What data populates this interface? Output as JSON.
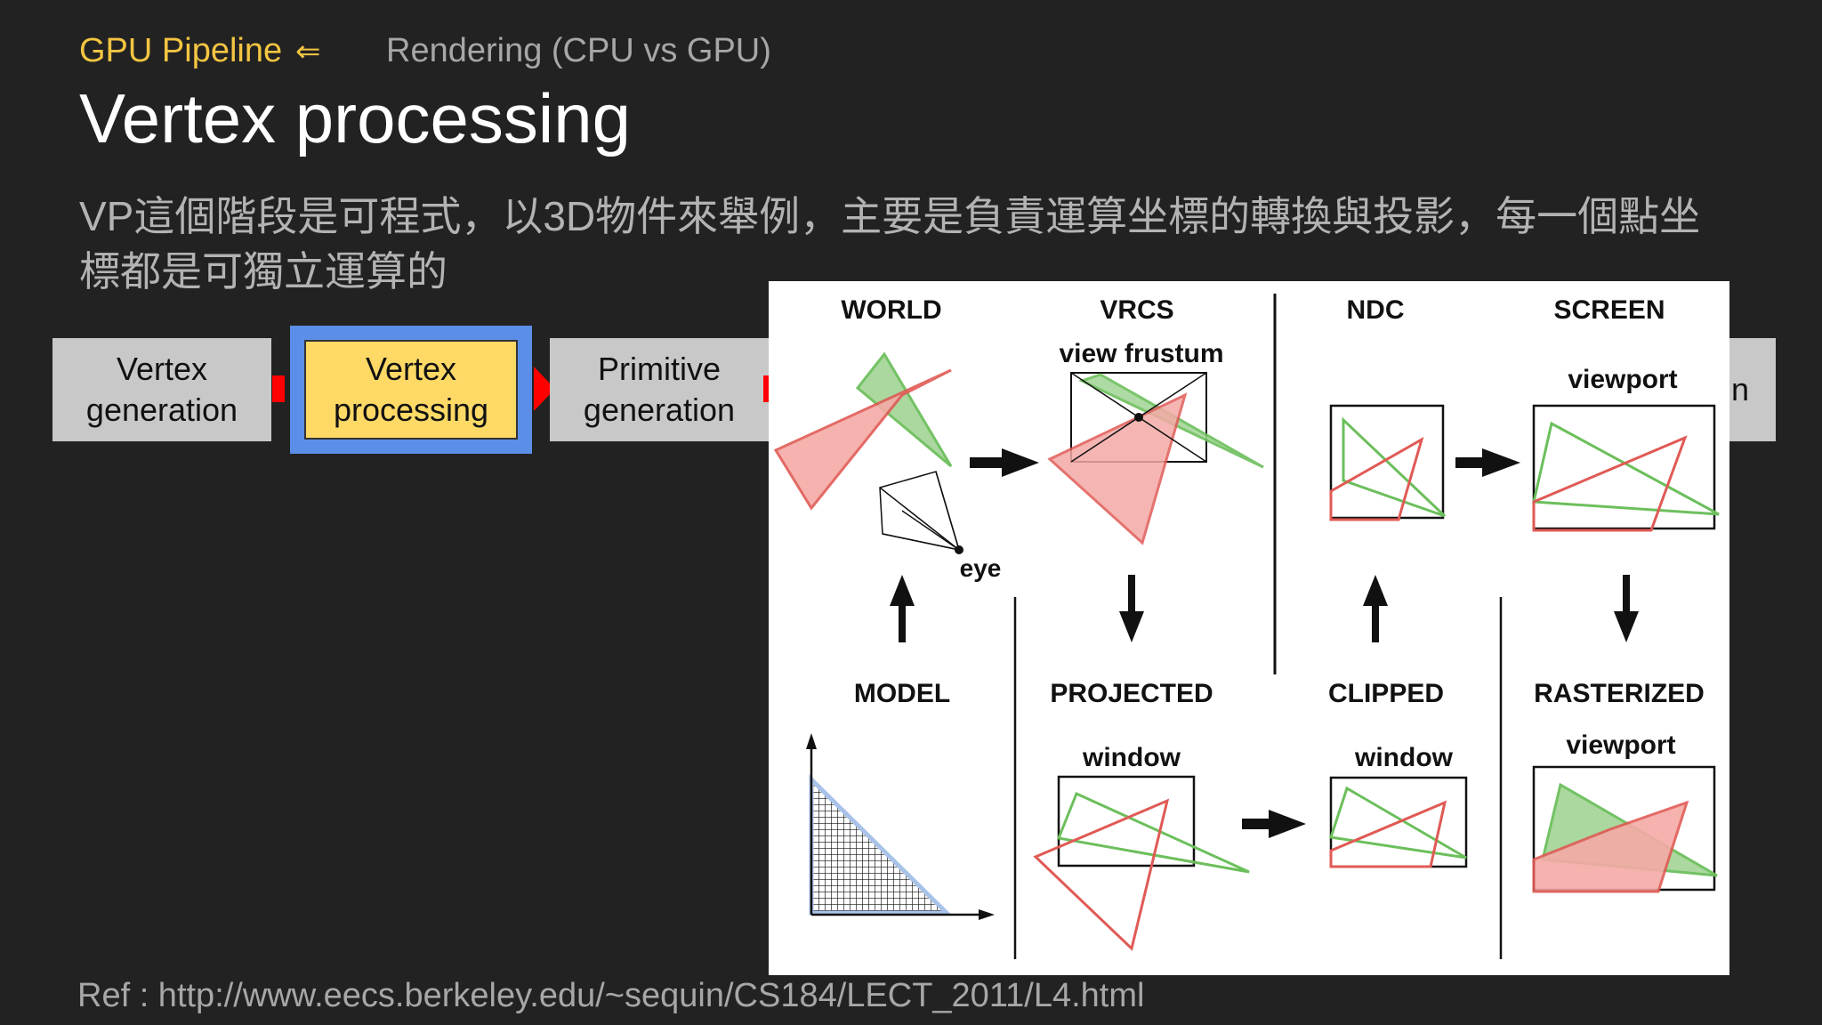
{
  "header": {
    "breadcrumb_current": "GPU Pipeline",
    "breadcrumb_arrow": "⇐",
    "breadcrumb_next": "Rendering (CPU vs GPU)",
    "title": "Vertex processing",
    "description": "VP這個階段是可程式，以3D物件來舉例，主要是負責運算坐標的轉換與投影，每一個點坐標都是可獨立運算的"
  },
  "pipeline": {
    "stages": [
      {
        "label_line1": "Vertex",
        "label_line2": "generation"
      },
      {
        "label_line1": "Vertex",
        "label_line2": "processing"
      },
      {
        "label_line1": "Primitive",
        "label_line2": "generation"
      }
    ],
    "partial_stage_text": "n",
    "active_color": "#5b8ee6",
    "highlight_color": "#ffd966",
    "arrow_color": "#ff0000"
  },
  "figure": {
    "labels": {
      "world": "WORLD",
      "vrcs": "VRCS",
      "view_frustum": "view frustum",
      "ndc": "NDC",
      "screen": "SCREEN",
      "viewport_top": "viewport",
      "eye": "eye",
      "model": "MODEL",
      "projected": "PROJECTED",
      "clipped": "CLIPPED",
      "rasterized": "RASTERIZED",
      "window_projected": "window",
      "window_clipped": "window",
      "viewport_bottom": "viewport"
    },
    "colors": {
      "red_fill": "#f4aaa6",
      "red_stroke": "#e05a55",
      "green_fill": "#a6d69a",
      "green_stroke": "#6cbf5c",
      "model_fill": "#a9c3e8"
    }
  },
  "footer": {
    "reference": "Ref : http://www.eecs.berkeley.edu/~sequin/CS184/LECT_2011/L4.html"
  }
}
